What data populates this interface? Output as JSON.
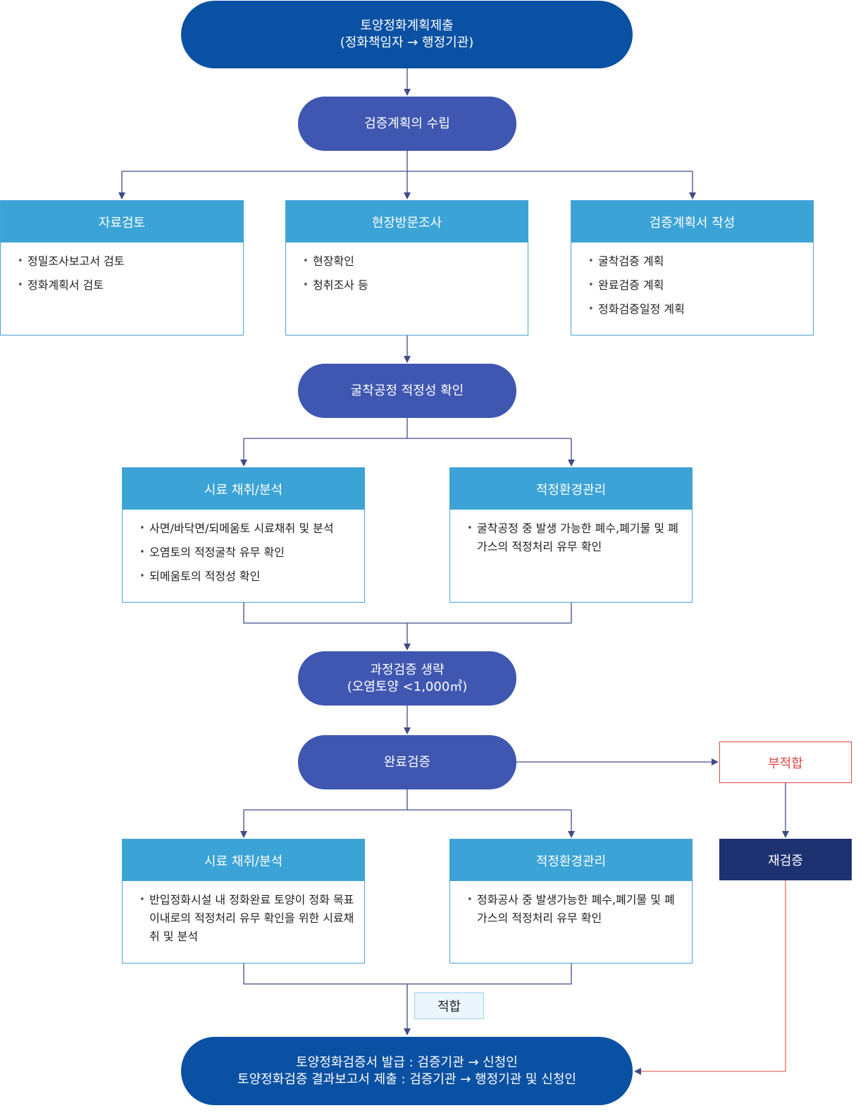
{
  "colors": {
    "dark": "#0b51a3",
    "mid": "#3f57b0",
    "box_head": "#3ba3d5",
    "fail": "#e0463f",
    "retest": "#1e3272",
    "connector": "#414c86"
  },
  "nodes": {
    "submit": {
      "line1": "토양정화계획제출",
      "line2": "(정화책임자 → 행정기관)"
    },
    "plan": "검증계획의 수립",
    "excavation_check": "굴착공정 적정성 확인",
    "process_skip": {
      "line1": "과정검증 생략",
      "line2": "(오염토양 <1,000㎥)"
    },
    "final_verification": "완료검증",
    "issue": {
      "line1": "토양정화검증서 발급 : 검증기관 → 신청인",
      "line2": "토양정화검증 결과보고서 제출 : 검증기관 → 행정기관 및 신청인"
    }
  },
  "stage1_boxes": [
    {
      "title": "자료검토",
      "items": [
        "정밀조사보고서 검토",
        "정화계획서 검토"
      ]
    },
    {
      "title": "현장방문조사",
      "items": [
        "현장확인",
        "청취조사 등"
      ]
    },
    {
      "title": "검증계획서 작성",
      "items": [
        "굴착검증 계획",
        "완료검증 계획",
        "정화검증일정 계획"
      ]
    }
  ],
  "stage2_boxes": [
    {
      "title": "시료 채취/분석",
      "items": [
        "사면/바닥면/되메움토 시료채취 및 분석",
        "오염토의 적정굴착 유무 확인",
        "되메움토의 적정성 확인"
      ]
    },
    {
      "title": "적정환경관리",
      "items": [
        "굴착공정 중 발생 가능한 폐수,폐기물 및 폐가스의 적정처리 유무 확인"
      ]
    }
  ],
  "stage3_boxes": [
    {
      "title": "시료 채취/분석",
      "items": [
        "반입정화시설 내 정화완료 토양이 정화 목표 이내로의 적정처리 유무 확인을 위한 시료채취 및 분석"
      ]
    },
    {
      "title": "적정환경관리",
      "items": [
        "정화공사 중 발생가능한 폐수,폐기물 및 폐가스의 적정처리 유무 확인"
      ]
    }
  ],
  "fail_label": "부적합",
  "retest_label": "재검증",
  "pass_label": "적합"
}
